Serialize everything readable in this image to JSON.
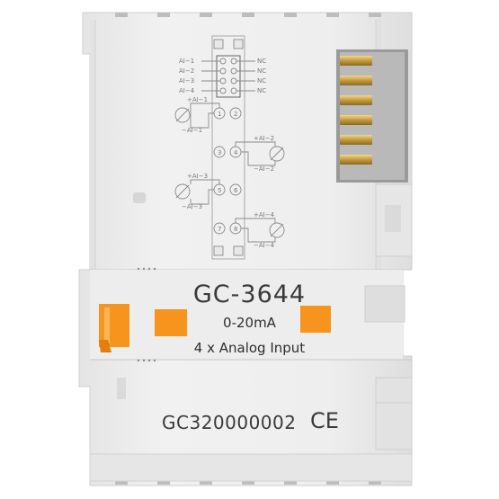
{
  "product": {
    "model": "GC-3644",
    "signal_range": "0-20mA",
    "description": "4  x Analog Input",
    "serial": "GC320000002",
    "certification_mark": "CE"
  },
  "diagram": {
    "left_pins": [
      "AI−1",
      "AI−2",
      "AI−3",
      "AI−4"
    ],
    "right_pins": [
      "NC",
      "NC",
      "NC",
      "NC"
    ],
    "channels": [
      {
        "plus": "+AI−1",
        "minus": "−AI−1",
        "t1": "1",
        "t2": "2"
      },
      {
        "plus": "+AI−2",
        "minus": "−AI−2",
        "t1": "3",
        "t2": "4"
      },
      {
        "plus": "+AI−3",
        "minus": "−AI−3",
        "t1": "5",
        "t2": "6"
      },
      {
        "plus": "+AI−4",
        "minus": "−AI−4",
        "t1": "7",
        "t2": "8"
      }
    ]
  },
  "colors": {
    "housing": "#ececec",
    "housing_shadow": "#d8d8d8",
    "accent_orange": "#f7941d",
    "contacts_gold": "#c9a24a"
  }
}
